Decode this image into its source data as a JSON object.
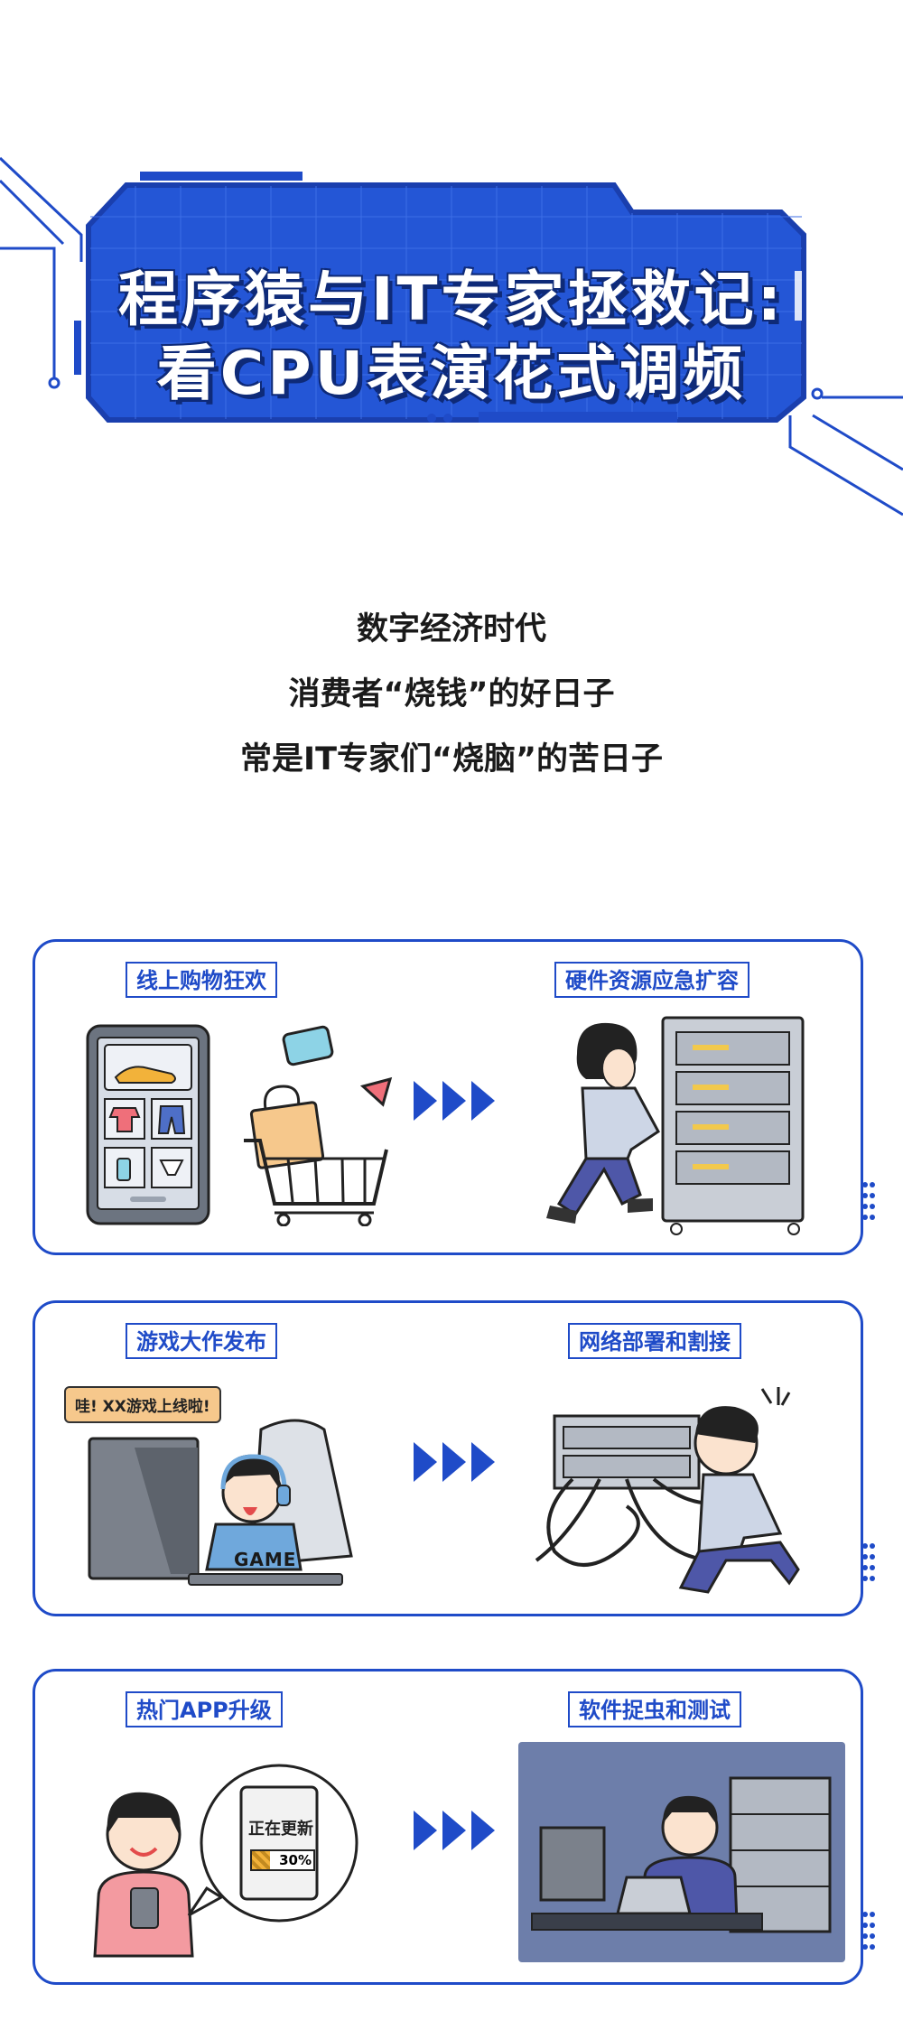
{
  "title": {
    "line1": "程序猿与IT专家拯救记:",
    "line2": "看CPU表演花式调频"
  },
  "intro": {
    "line1": "数字经济时代",
    "line2": "消费者“烧钱”的好日子",
    "line3": "常是IT专家们“烧脑”的苦日子"
  },
  "cards": [
    {
      "left_label": "线上购物狂欢",
      "right_label": "硬件资源应急扩容"
    },
    {
      "left_label": "游戏大作发布",
      "right_label": "网络部署和割接",
      "speech": "哇! XX游戏上线啦!",
      "shirt": "GAME"
    },
    {
      "left_label": "热门APP升级",
      "right_label": "软件捉虫和测试",
      "phone_text": "正在更新",
      "progress_text": "30%",
      "progress_value": 0.3
    }
  ],
  "colors": {
    "primary": "#1f4bc8",
    "dark": "#0e2a78",
    "light": "#cfdcf7"
  }
}
